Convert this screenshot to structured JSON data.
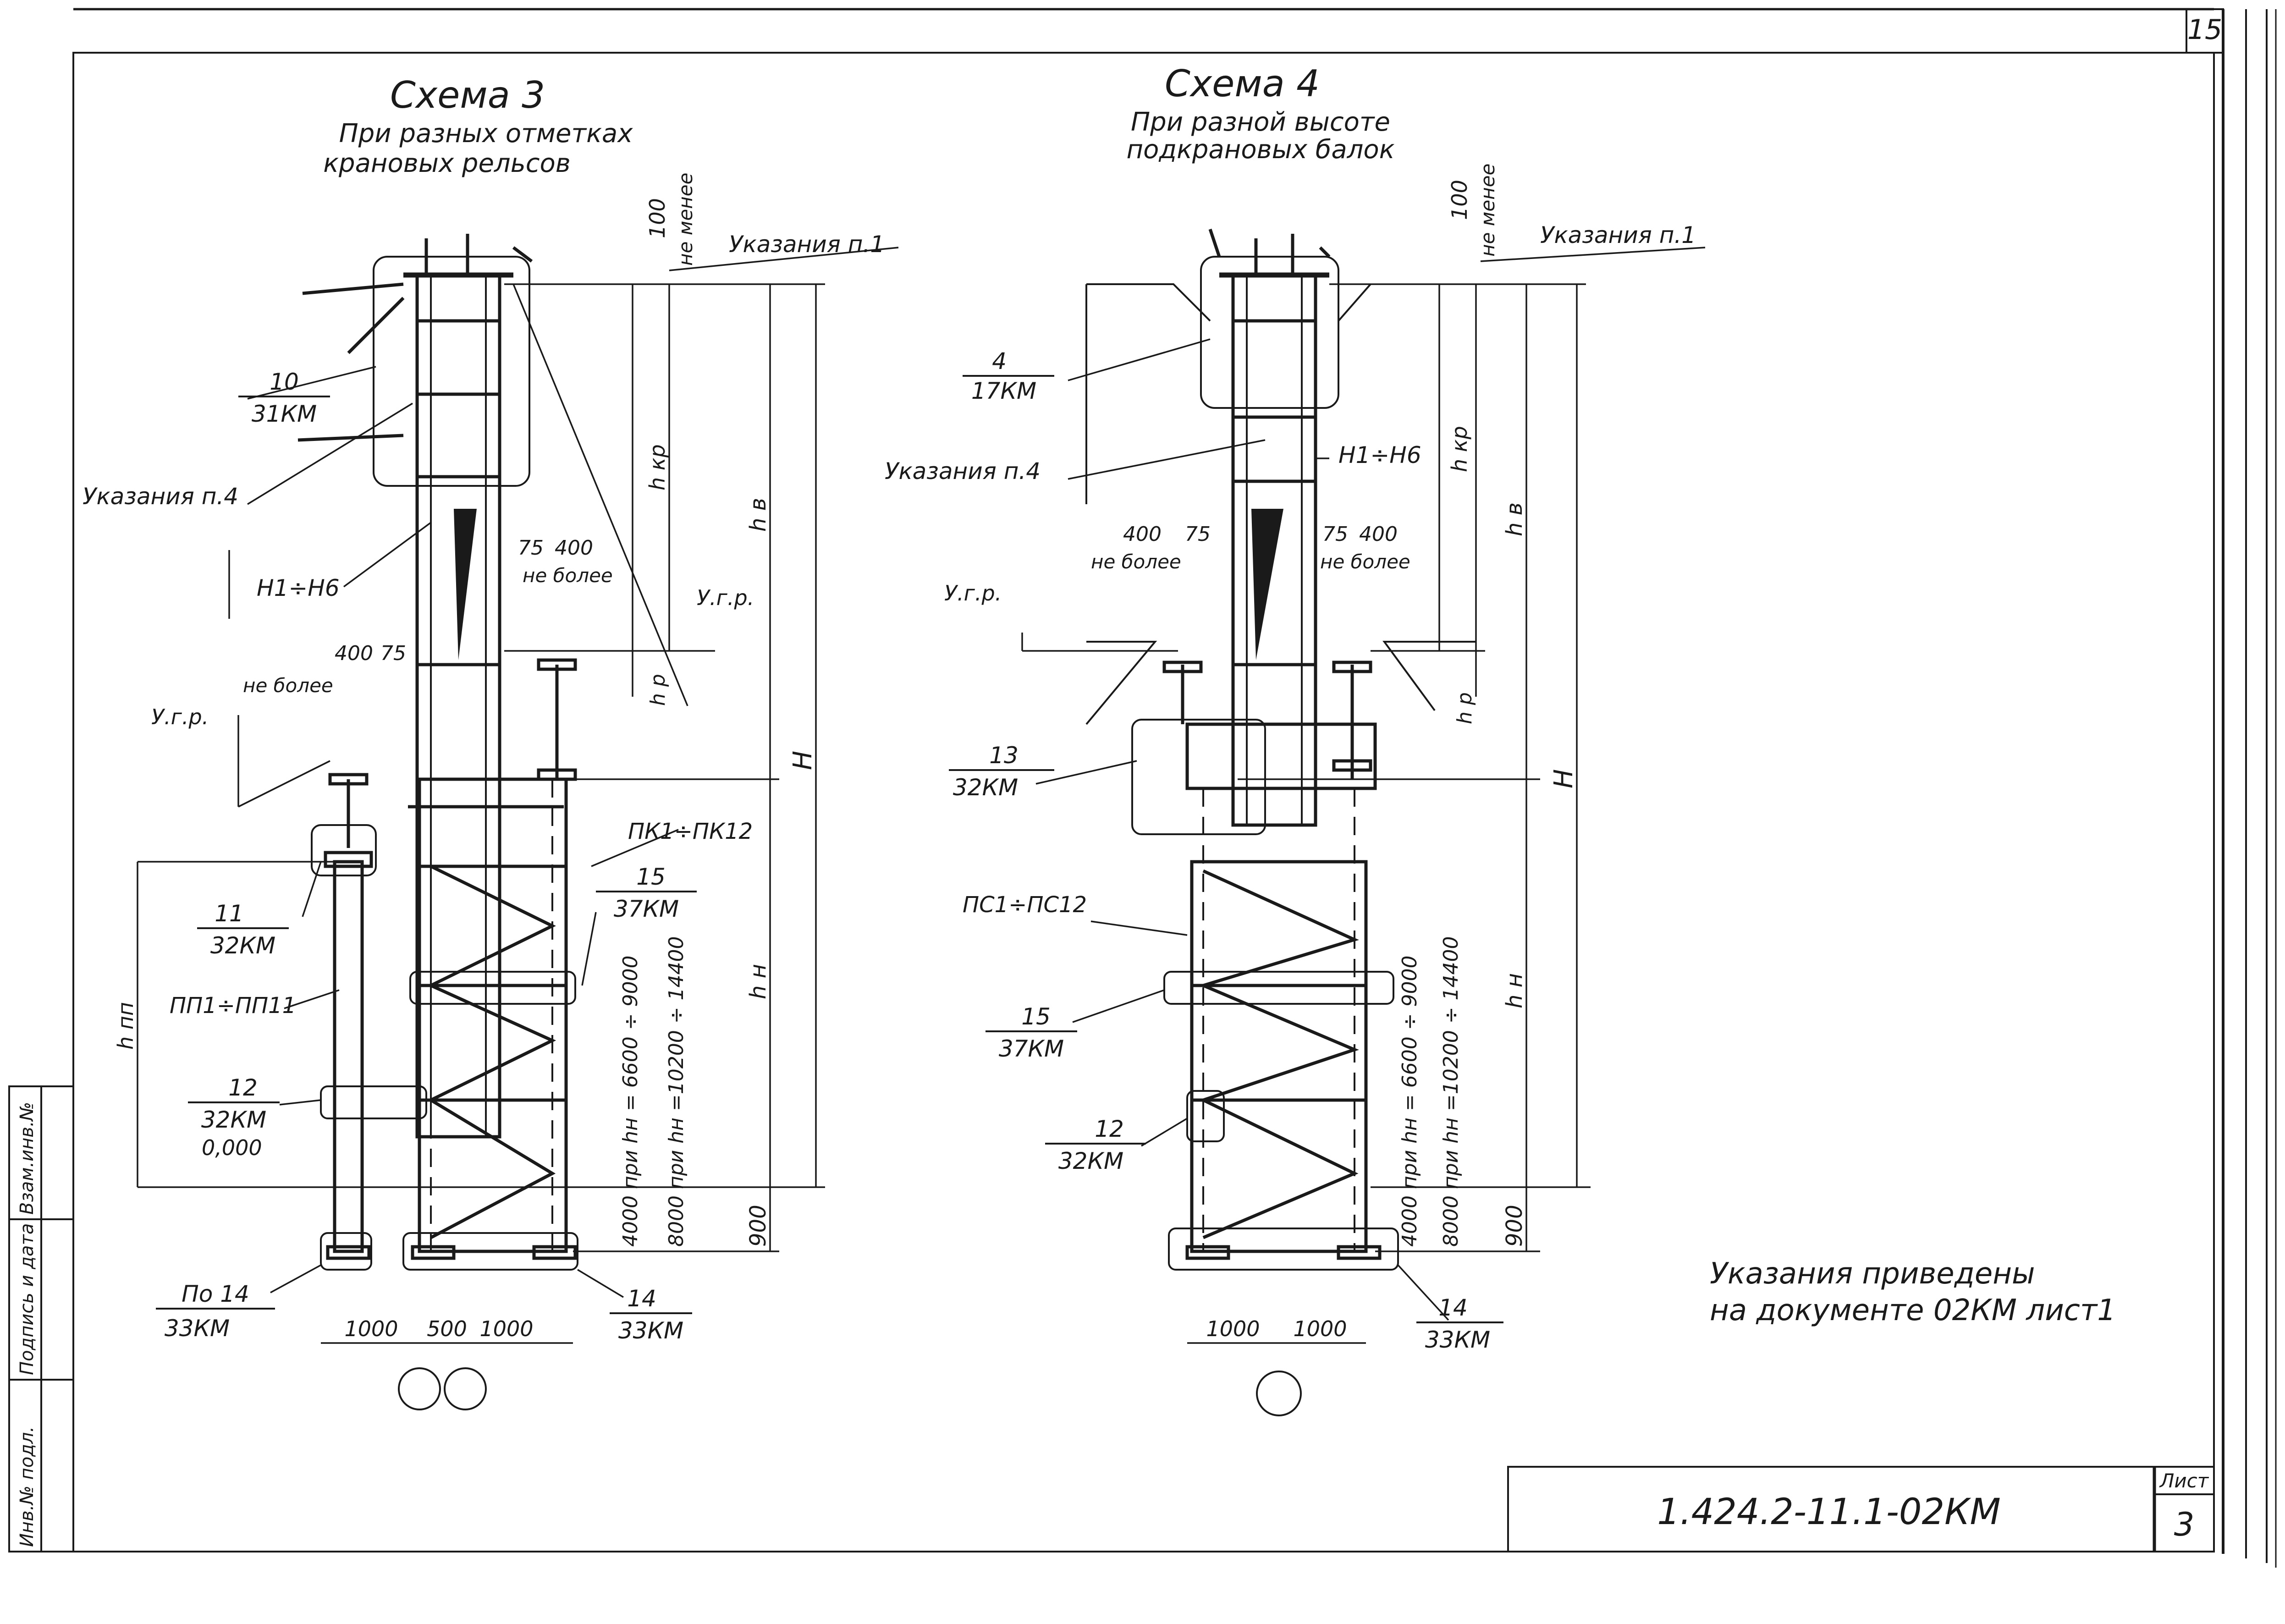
{
  "sheet": {
    "corner_number": "15",
    "designation": "1.424.2-11.1-02КМ",
    "sheet_label": "Лист",
    "sheet_number": "3",
    "note_line1": "Указания приведены",
    "note_line2": "на документе 02КМ лист1"
  },
  "side_stamp": {
    "field1": "Инв.№ подл.",
    "field2": "Подпись и дата",
    "field3": "Взам.инв.№"
  },
  "scheme3": {
    "title": "Схема 3",
    "subtitle1": "При разных отметках",
    "subtitle2": "крановых рельсов",
    "ref_top": "Указания п.1",
    "ref_left": "Указания п.4",
    "node_top_num": "10",
    "node_top_doc": "31КМ",
    "hx": "Н1÷Н6",
    "dim_100": "100",
    "ne_menee": "не менее",
    "dim_75_r": "75",
    "dim_400_r": "400",
    "ne_bolee_r": "не более",
    "dim_400_l": "400",
    "dim_75_l": "75",
    "ne_bolee_l": "не более",
    "ugr_r": "У.г.р.",
    "ugr_l": "У.г.р.",
    "hkr": "h кр",
    "hv": "h в",
    "hr": "h р",
    "H": "Н",
    "hn": "h н",
    "hpp": "h пп",
    "node11_num": "11",
    "node11_doc": "32КМ",
    "pp": "ПП1÷ПП11",
    "node12_num": "12",
    "node12_doc": "32КМ",
    "zero": "0,000",
    "pk": "ПК1÷ПК12",
    "node15_num": "15",
    "node15_doc": "37КМ",
    "v1": "4000 при hн = 6600 ÷ 9000",
    "v2": "8000 при hн =10200 ÷ 14400",
    "dim_900": "900",
    "po14_num": "По 14",
    "po14_doc": "33КМ",
    "node14_num": "14",
    "node14_doc": "33КМ",
    "w1": "1000",
    "w2": "500",
    "w3": "1000"
  },
  "scheme4": {
    "title": "Схема 4",
    "subtitle1": "При разной высоте",
    "subtitle2": "подкрановых балок",
    "ref_top": "Указания п.1",
    "ref_left": "Указания п.4",
    "node4_num": "4",
    "node4_doc": "17КМ",
    "hx": "Н1÷Н6",
    "dim_100": "100",
    "ne_menee": "не менее",
    "dim_400_l": "400",
    "dim_75_l": "75",
    "ne_bolee_l": "не более",
    "dim_75_r": "75",
    "dim_400_r": "400",
    "ne_bolee_r": "не более",
    "ugr": "У.г.р.",
    "hkr": "h кр",
    "hv": "h в",
    "hr": "h р",
    "H": "Н",
    "hn": "h н",
    "node13_num": "13",
    "node13_doc": "32КМ",
    "pc": "ПС1÷ПС12",
    "node15_num": "15",
    "node15_doc": "37КМ",
    "node12_num": "12",
    "node12_doc": "32КМ",
    "v1": "4000 при hн = 6600 ÷ 9000",
    "v2": "8000 при hн =10200 ÷ 14400",
    "dim_900": "900",
    "node14_num": "14",
    "node14_doc": "33КМ",
    "w1": "1000",
    "w2": "1000"
  }
}
